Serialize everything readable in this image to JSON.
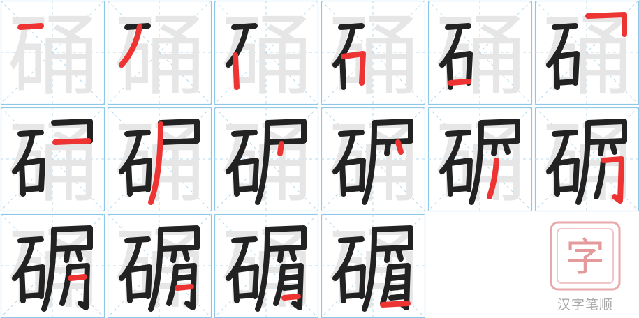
{
  "character": "硧",
  "colors": {
    "grid_border": "#8ec8e8",
    "guide_dash": "#b5d9ee",
    "ghost": "#e6e6e6",
    "ink": "#222222",
    "highlight": "#ee3333",
    "logo": "#dd7777",
    "logo_text": "#aaaaaa"
  },
  "total_strokes": 16,
  "stroke_steps": [
    1,
    2,
    3,
    4,
    5,
    6,
    7,
    8,
    9,
    10,
    11,
    12,
    13,
    14,
    15,
    16
  ],
  "brand": {
    "logo_glyph": "字",
    "caption": "汉字笔顺"
  }
}
